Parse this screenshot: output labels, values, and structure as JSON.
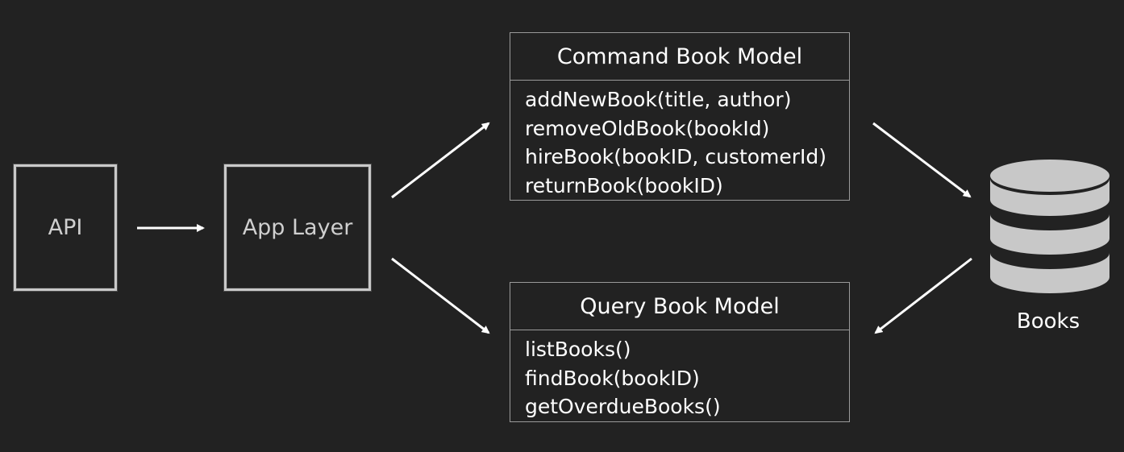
{
  "api": {
    "label": "API"
  },
  "app_layer": {
    "label": "App Layer"
  },
  "command_model": {
    "title": "Command Book Model",
    "methods": [
      "addNewBook(title, author)",
      "removeOldBook(bookId)",
      "hireBook(bookID, customerId)",
      "returnBook(bookID)"
    ]
  },
  "query_model": {
    "title": "Query Book Model",
    "methods": [
      "listBooks()",
      "findBook(bookID)",
      "getOverdueBooks()"
    ]
  },
  "database": {
    "label": "Books",
    "color": "#c8c8c8"
  },
  "colors": {
    "background": "#222222",
    "arrow": "#ffffff",
    "box_border": "#9a9a9a"
  }
}
